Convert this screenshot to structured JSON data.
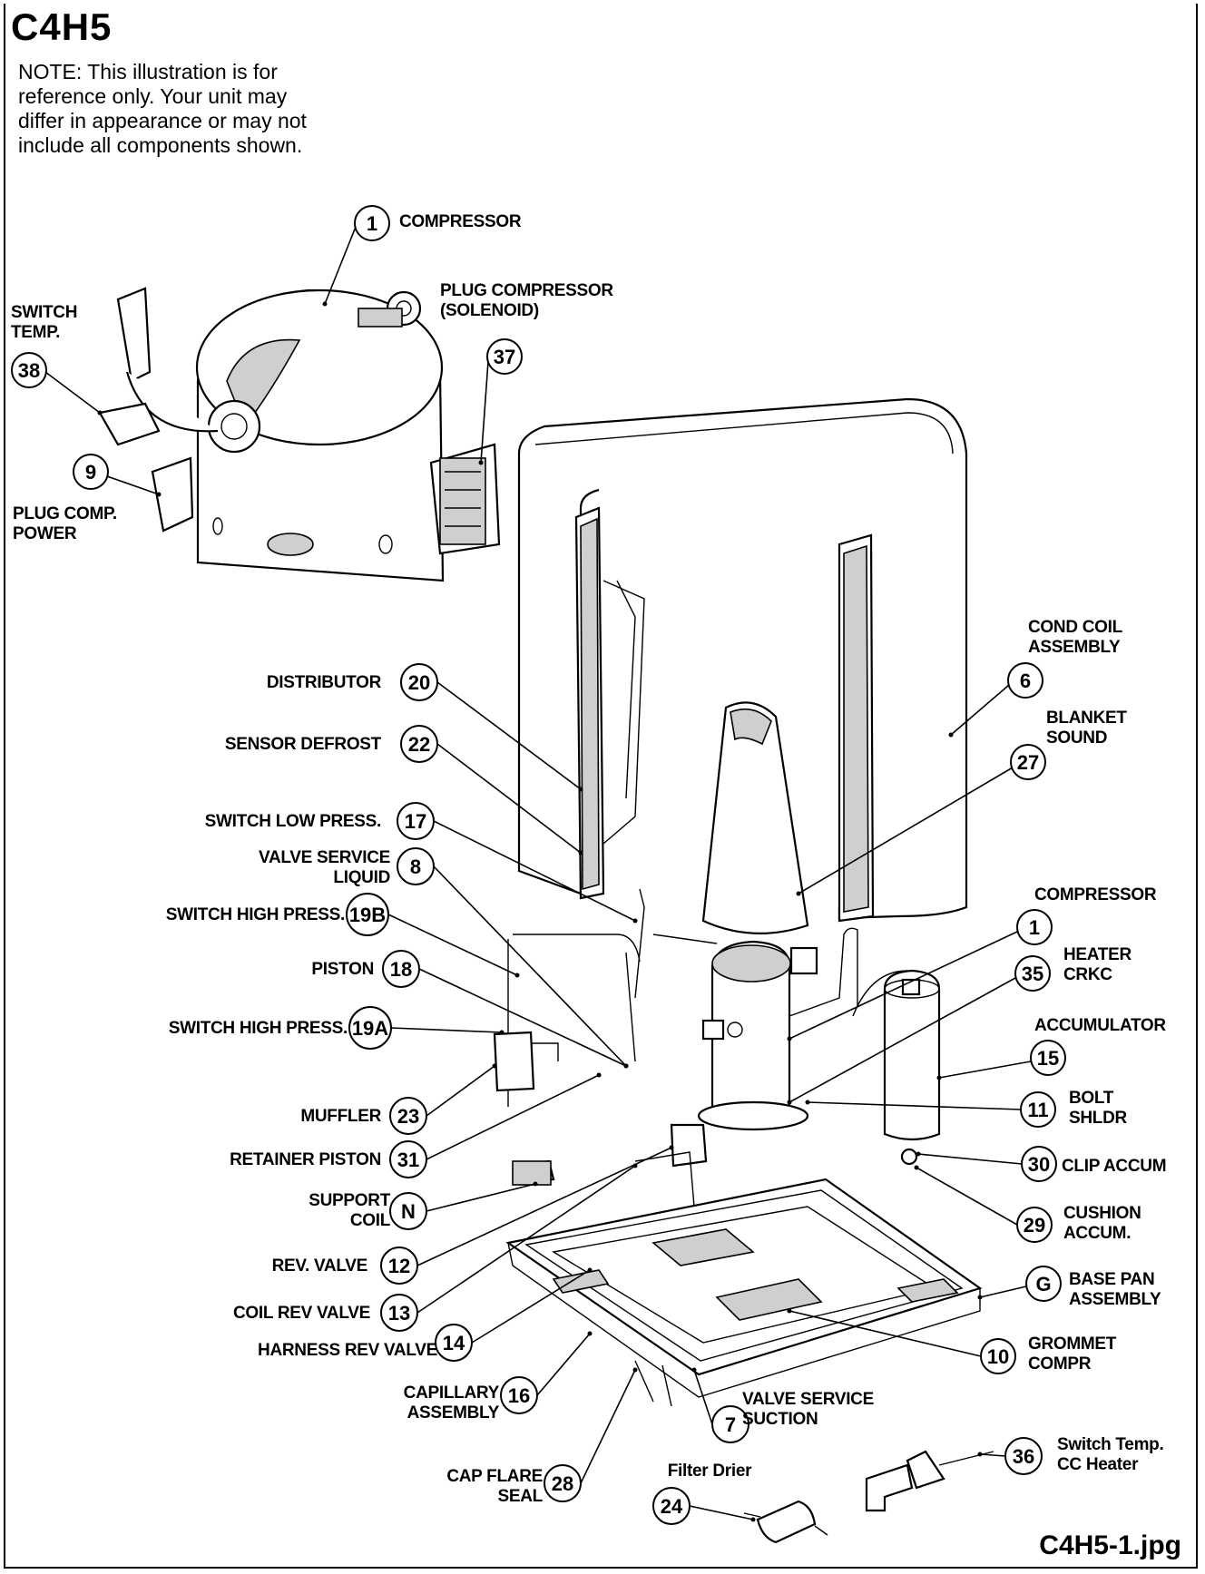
{
  "title": "C4H5",
  "note": [
    "NOTE: This illustration is for",
    "reference only. Your unit may",
    "differ in appearance or may not",
    "include all components shown."
  ],
  "file_name": "C4H5-1.jpg",
  "callouts": {
    "c1top": {
      "num": "1",
      "label": [
        "COMPRESSOR"
      ]
    },
    "c37": {
      "num": "37",
      "label": [
        "PLUG COMPRESSOR",
        "(SOLENOID)"
      ]
    },
    "c38": {
      "num": "38",
      "label": [
        "SWITCH",
        "TEMP."
      ]
    },
    "c9": {
      "num": "9",
      "label": [
        "PLUG COMP.",
        "POWER"
      ]
    },
    "c6": {
      "num": "6",
      "label": [
        "COND COIL",
        "ASSEMBLY"
      ]
    },
    "c27": {
      "num": "27",
      "label": [
        "BLANKET",
        "SOUND"
      ]
    },
    "c20": {
      "num": "20",
      "label": [
        "DISTRIBUTOR"
      ]
    },
    "c22": {
      "num": "22",
      "label": [
        "SENSOR DEFROST"
      ]
    },
    "c17": {
      "num": "17",
      "label": [
        "SWITCH LOW PRESS."
      ]
    },
    "c8": {
      "num": "8",
      "label": [
        "VALVE SERVICE",
        "LIQUID"
      ]
    },
    "c19b": {
      "num": "19B",
      "label": [
        "SWITCH HIGH PRESS."
      ]
    },
    "c18": {
      "num": "18",
      "label": [
        "PISTON"
      ]
    },
    "c19a": {
      "num": "19A",
      "label": [
        "SWITCH HIGH PRESS."
      ]
    },
    "c23": {
      "num": "23",
      "label": [
        "MUFFLER"
      ]
    },
    "c31": {
      "num": "31",
      "label": [
        "RETAINER PISTON"
      ]
    },
    "cN": {
      "num": "N",
      "label": [
        "SUPPORT",
        "COIL"
      ]
    },
    "c12": {
      "num": "12",
      "label": [
        "REV. VALVE"
      ]
    },
    "c13": {
      "num": "13",
      "label": [
        "COIL REV VALVE"
      ]
    },
    "c14": {
      "num": "14",
      "label": [
        "HARNESS REV VALVE"
      ]
    },
    "c16": {
      "num": "16",
      "label": [
        "CAPILLARY",
        "ASSEMBLY"
      ]
    },
    "c28": {
      "num": "28",
      "label": [
        "CAP FLARE",
        "SEAL"
      ]
    },
    "c24": {
      "num": "24",
      "label": [
        "Filter Drier"
      ]
    },
    "c7": {
      "num": "7",
      "label": [
        "VALVE SERVICE",
        "SUCTION"
      ]
    },
    "c1": {
      "num": "1",
      "label": [
        "COMPRESSOR"
      ]
    },
    "c35": {
      "num": "35",
      "label": [
        "HEATER",
        "CRKC"
      ]
    },
    "c15": {
      "num": "15",
      "label": [
        "ACCUMULATOR"
      ]
    },
    "c11": {
      "num": "11",
      "label": [
        "BOLT",
        "SHLDR"
      ]
    },
    "c30": {
      "num": "30",
      "label": [
        "CLIP ACCUM"
      ]
    },
    "c29": {
      "num": "29",
      "label": [
        "CUSHION",
        "ACCUM."
      ]
    },
    "cG": {
      "num": "G",
      "label": [
        "BASE PAN",
        "ASSEMBLY"
      ]
    },
    "c10": {
      "num": "10",
      "label": [
        "GROMMET",
        "COMPR"
      ]
    },
    "c36": {
      "num": "36",
      "label": [
        "Switch Temp.",
        "CC Heater"
      ]
    }
  }
}
